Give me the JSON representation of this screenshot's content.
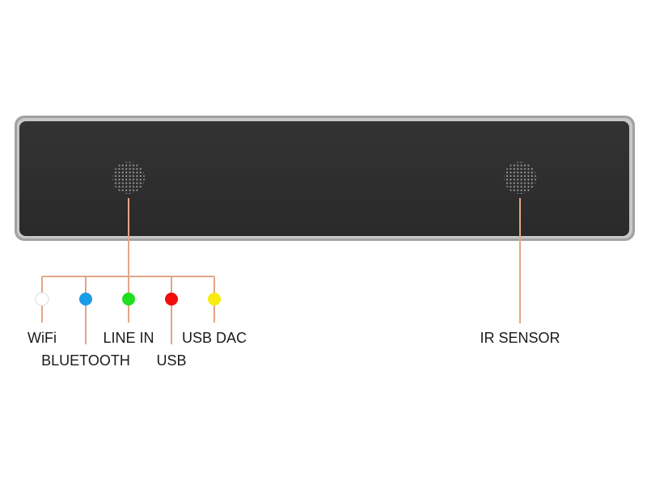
{
  "colors": {
    "device_frame": "#9a9a9a",
    "device_face": "#2d2d2d",
    "grill_dot": "#9d9d9d",
    "leader_line": "#e2a688",
    "wifi": "#ffffff",
    "bluetooth": "#1a9be6",
    "line_in": "#1fe01f",
    "usb": "#f20d0d",
    "usb_dac": "#f7ec12"
  },
  "indicators": [
    {
      "label": "WiFi",
      "color": "#ffffff"
    },
    {
      "label": "BLUETOOTH",
      "color": "#1a9be6"
    },
    {
      "label": "LINE IN",
      "color": "#1fe01f"
    },
    {
      "label": "USB",
      "color": "#f20d0d"
    },
    {
      "label": "USB DAC",
      "color": "#f7ec12"
    }
  ],
  "ir_sensor": {
    "label": "IR SENSOR"
  }
}
